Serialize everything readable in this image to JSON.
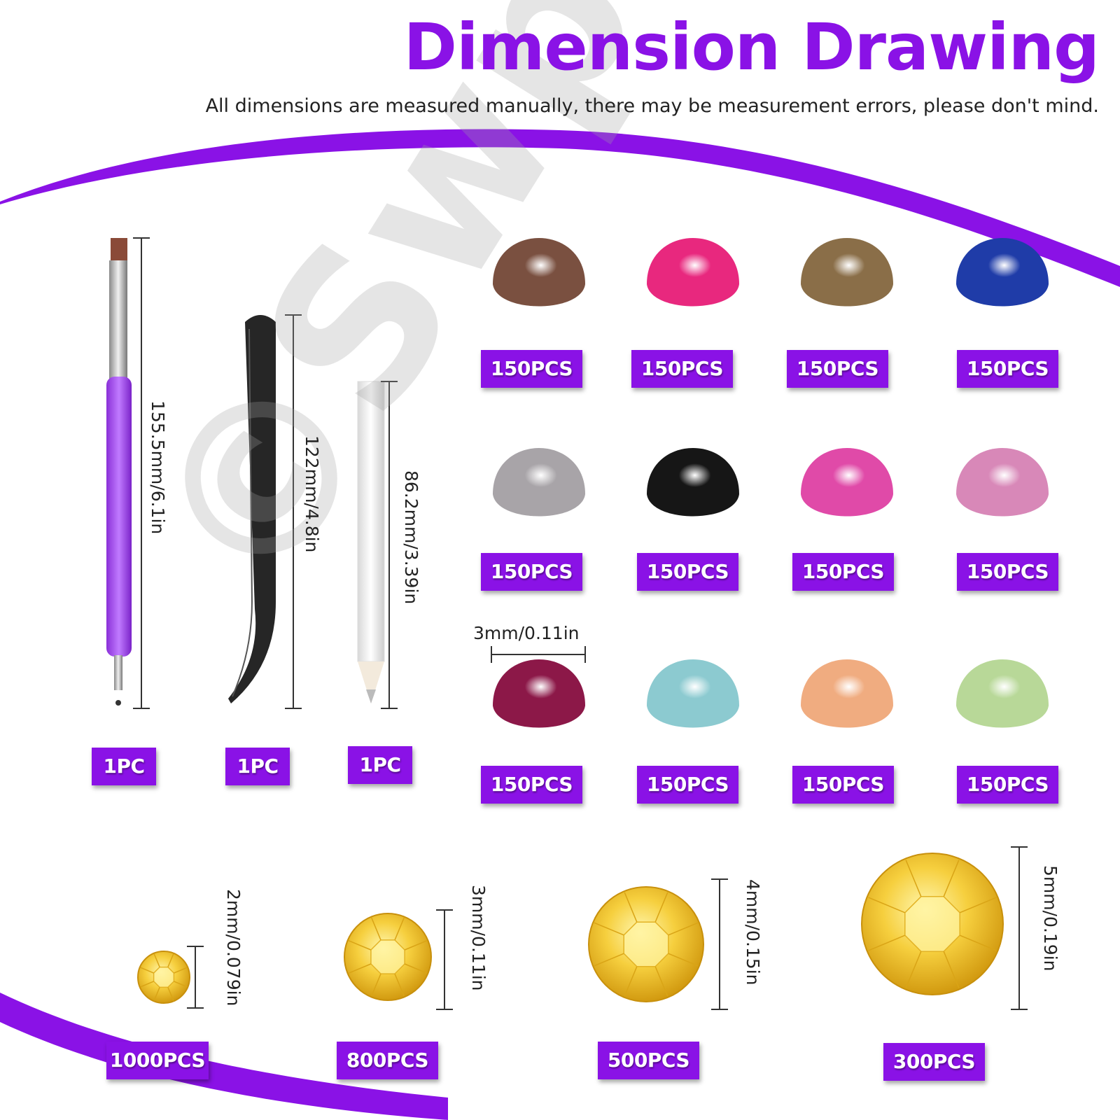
{
  "header": {
    "title": "Dimension Drawing",
    "subtitle": "All dimensions are measured manually, there may be measurement errors, please don't mind."
  },
  "watermark": "©Swpeet",
  "colors": {
    "accent": "#8a12e6"
  },
  "tools": [
    {
      "name": "brush-dotting-pen",
      "dimension": "155.5mm/6.1in",
      "qty": "1PC"
    },
    {
      "name": "tweezers",
      "dimension": "122mm/4.8in",
      "qty": "1PC"
    },
    {
      "name": "wax-pencil",
      "dimension": "86.2mm/3.39in",
      "qty": "1PC"
    }
  ],
  "pearls": {
    "size_label": "3mm/0.11in",
    "items": [
      {
        "color": "#7a5040",
        "qty": "150PCS"
      },
      {
        "color": "#e8287e",
        "qty": "150PCS"
      },
      {
        "color": "#8a6e48",
        "qty": "150PCS"
      },
      {
        "color": "#1f3ca8",
        "qty": "150PCS"
      },
      {
        "color": "#a8a4a8",
        "qty": "150PCS"
      },
      {
        "color": "#161616",
        "qty": "150PCS"
      },
      {
        "color": "#e04aa8",
        "qty": "150PCS"
      },
      {
        "color": "#d888b8",
        "qty": "150PCS"
      },
      {
        "color": "#8c1848",
        "qty": "150PCS"
      },
      {
        "color": "#8ccad0",
        "qty": "150PCS"
      },
      {
        "color": "#f0ac80",
        "qty": "150PCS"
      },
      {
        "color": "#b8d898",
        "qty": "150PCS"
      }
    ]
  },
  "rhinestones": [
    {
      "dimension": "2mm/0.079in",
      "qty": "1000PCS"
    },
    {
      "dimension": "3mm/0.11in",
      "qty": "800PCS"
    },
    {
      "dimension": "4mm/0.15in",
      "qty": "500PCS"
    },
    {
      "dimension": "5mm/0.19in",
      "qty": "300PCS"
    }
  ]
}
